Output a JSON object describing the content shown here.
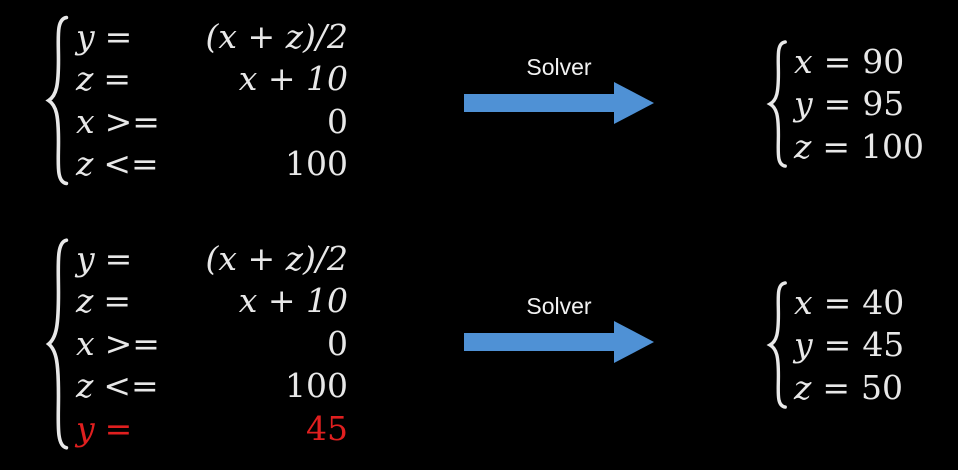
{
  "colors": {
    "background": "#000000",
    "math_text": "#e8e8e8",
    "highlight_red": "#e01f1f",
    "arrow_blue": "#4f91d5",
    "solver_label_text": "#f2f2f2"
  },
  "top": {
    "system": {
      "rows": [
        {
          "var": "y",
          "rel": "=",
          "expr": "(x + z)/2"
        },
        {
          "var": "z",
          "rel": "=",
          "expr": "x + 10"
        },
        {
          "var": "x",
          "rel": ">=",
          "expr": "0"
        },
        {
          "var": "z",
          "rel": "<=",
          "expr": "100"
        }
      ]
    },
    "solver": {
      "label": "Solver"
    },
    "solution": {
      "rows": [
        {
          "var": "x",
          "rel": "=",
          "val": "90"
        },
        {
          "var": "y",
          "rel": "=",
          "val": "95"
        },
        {
          "var": "z",
          "rel": "=",
          "val": "100"
        }
      ]
    }
  },
  "bottom": {
    "system": {
      "rows": [
        {
          "var": "y",
          "rel": "=",
          "expr": "(x + z)/2"
        },
        {
          "var": "z",
          "rel": "=",
          "expr": "x + 10"
        },
        {
          "var": "x",
          "rel": ">=",
          "expr": "0"
        },
        {
          "var": "z",
          "rel": "<=",
          "expr": "100"
        },
        {
          "var": "y",
          "rel": "=",
          "expr": "45",
          "highlight": "red"
        }
      ]
    },
    "solver": {
      "label": "Solver"
    },
    "solution": {
      "rows": [
        {
          "var": "x",
          "rel": "=",
          "val": "40"
        },
        {
          "var": "y",
          "rel": "=",
          "val": "45"
        },
        {
          "var": "z",
          "rel": "=",
          "val": "50"
        }
      ]
    }
  }
}
